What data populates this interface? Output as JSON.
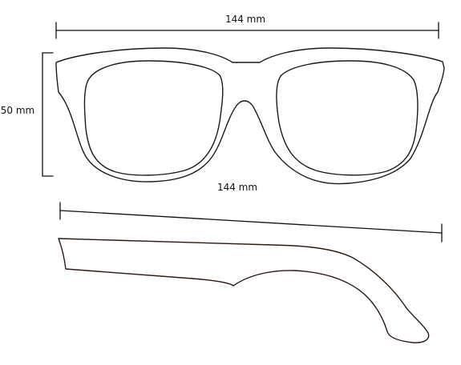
{
  "dimensions": {
    "top_width": "144 mm",
    "height": "50 mm",
    "bottom_width": "144 mm"
  }
}
